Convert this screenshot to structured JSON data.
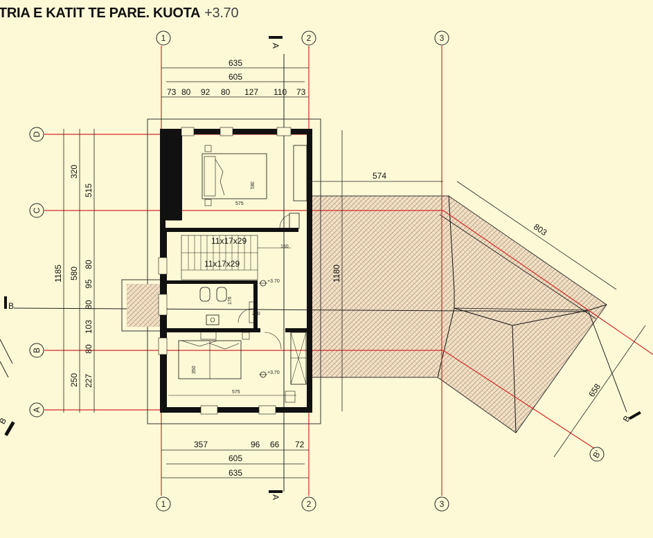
{
  "title": {
    "text": "TRIA E KATIT TE PARE. KUOTA",
    "kuota": "+3.70"
  },
  "grid_axes": {
    "columns": [
      "1",
      "2",
      "3"
    ],
    "rows": [
      "D",
      "C",
      "B",
      "A"
    ],
    "rotated": "B'"
  },
  "section_marks": {
    "a": "A",
    "b": "B"
  },
  "dims_top": {
    "total_outer": "635",
    "total_inner": "605",
    "segments": [
      "73",
      "80",
      "92",
      "80",
      "127",
      "110",
      "73"
    ]
  },
  "dims_bottom": {
    "segments": [
      "357",
      "96",
      "66",
      "72"
    ],
    "total_inner": "605",
    "total_outer": "635"
  },
  "dims_left": {
    "overall": "1185",
    "sub_outer": [
      "580",
      "250"
    ],
    "upper_outer": "320",
    "upper_inner": "515",
    "inner": [
      "80",
      "95",
      "80",
      "103",
      "80",
      "227"
    ]
  },
  "dims_roof": {
    "width": "574",
    "depth": "1180",
    "slope_top": "803",
    "slope_side": "658"
  },
  "room_labels": {
    "bed_width_top": "575",
    "bed_length_top": "381",
    "stairs_1": "11x17x29",
    "stairs_2": "11x17x29",
    "landing": "160",
    "level_1": "+3.70",
    "level_2": "+3.70",
    "bath_h": "176",
    "door_h": "220",
    "bed_length_bottom": "350",
    "bed_width_bottom": "575"
  },
  "colors": {
    "background": "#fdf9d6",
    "axis": "#d42a2a",
    "wall": "#111111",
    "hatch": "#b59a8a"
  }
}
